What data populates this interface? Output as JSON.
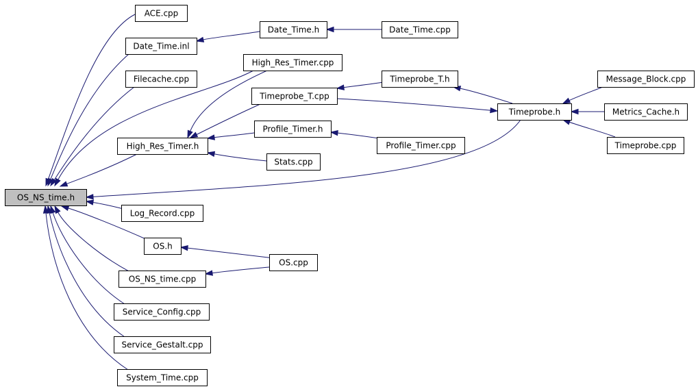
{
  "graph": {
    "nodes": [
      {
        "id": "root",
        "label": "OS_NS_time.h",
        "highlighted": true
      },
      {
        "id": "ace_cpp",
        "label": "ACE.cpp"
      },
      {
        "id": "date_time_inl",
        "label": "Date_Time.inl"
      },
      {
        "id": "date_time_h",
        "label": "Date_Time.h"
      },
      {
        "id": "date_time_cpp",
        "label": "Date_Time.cpp"
      },
      {
        "id": "filecache_cpp",
        "label": "Filecache.cpp"
      },
      {
        "id": "hrt_cpp",
        "label": "High_Res_Timer.cpp"
      },
      {
        "id": "tp_t_h",
        "label": "Timeprobe_T.h"
      },
      {
        "id": "tp_t_cpp",
        "label": "Timeprobe_T.cpp"
      },
      {
        "id": "mb_cpp",
        "label": "Message_Block.cpp"
      },
      {
        "id": "tp_h",
        "label": "Timeprobe.h"
      },
      {
        "id": "mc_h",
        "label": "Metrics_Cache.h"
      },
      {
        "id": "pt_h",
        "label": "Profile_Timer.h"
      },
      {
        "id": "pt_cpp",
        "label": "Profile_Timer.cpp"
      },
      {
        "id": "tp_cpp",
        "label": "Timeprobe.cpp"
      },
      {
        "id": "hrt_h",
        "label": "High_Res_Timer.h"
      },
      {
        "id": "stats_cpp",
        "label": "Stats.cpp"
      },
      {
        "id": "log_record_cpp",
        "label": "Log_Record.cpp"
      },
      {
        "id": "os_h",
        "label": "OS.h"
      },
      {
        "id": "os_cpp",
        "label": "OS.cpp"
      },
      {
        "id": "os_ns_time_cpp",
        "label": "OS_NS_time.cpp"
      },
      {
        "id": "sc_cpp",
        "label": "Service_Config.cpp"
      },
      {
        "id": "sg_cpp",
        "label": "Service_Gestalt.cpp"
      },
      {
        "id": "st_cpp",
        "label": "System_Time.cpp"
      }
    ],
    "edges": [
      {
        "from": "ace_cpp",
        "to": "root"
      },
      {
        "from": "date_time_inl",
        "to": "root"
      },
      {
        "from": "filecache_cpp",
        "to": "root"
      },
      {
        "from": "hrt_cpp",
        "to": "root"
      },
      {
        "from": "hrt_h",
        "to": "root"
      },
      {
        "from": "tp_h",
        "to": "root"
      },
      {
        "from": "log_record_cpp",
        "to": "root"
      },
      {
        "from": "os_h",
        "to": "root"
      },
      {
        "from": "os_ns_time_cpp",
        "to": "root"
      },
      {
        "from": "sc_cpp",
        "to": "root"
      },
      {
        "from": "sg_cpp",
        "to": "root"
      },
      {
        "from": "st_cpp",
        "to": "root"
      },
      {
        "from": "date_time_h",
        "to": "date_time_inl"
      },
      {
        "from": "date_time_cpp",
        "to": "date_time_h"
      },
      {
        "from": "hrt_cpp",
        "to": "hrt_h"
      },
      {
        "from": "tp_t_cpp",
        "to": "hrt_h"
      },
      {
        "from": "pt_h",
        "to": "hrt_h"
      },
      {
        "from": "stats_cpp",
        "to": "hrt_h"
      },
      {
        "from": "tp_t_h",
        "to": "tp_t_cpp"
      },
      {
        "from": "tp_h",
        "to": "tp_t_h"
      },
      {
        "from": "tp_t_cpp",
        "to": "tp_h"
      },
      {
        "from": "mb_cpp",
        "to": "tp_h"
      },
      {
        "from": "mc_h",
        "to": "tp_h"
      },
      {
        "from": "tp_cpp",
        "to": "tp_h"
      },
      {
        "from": "pt_cpp",
        "to": "pt_h"
      },
      {
        "from": "os_cpp",
        "to": "os_h"
      },
      {
        "from": "os_cpp",
        "to": "os_ns_time_cpp"
      }
    ],
    "colors": {
      "edge": "#191970",
      "node_border": "#000000",
      "node_fill": "#ffffff",
      "highlight_fill": "#bfbfbf"
    }
  }
}
